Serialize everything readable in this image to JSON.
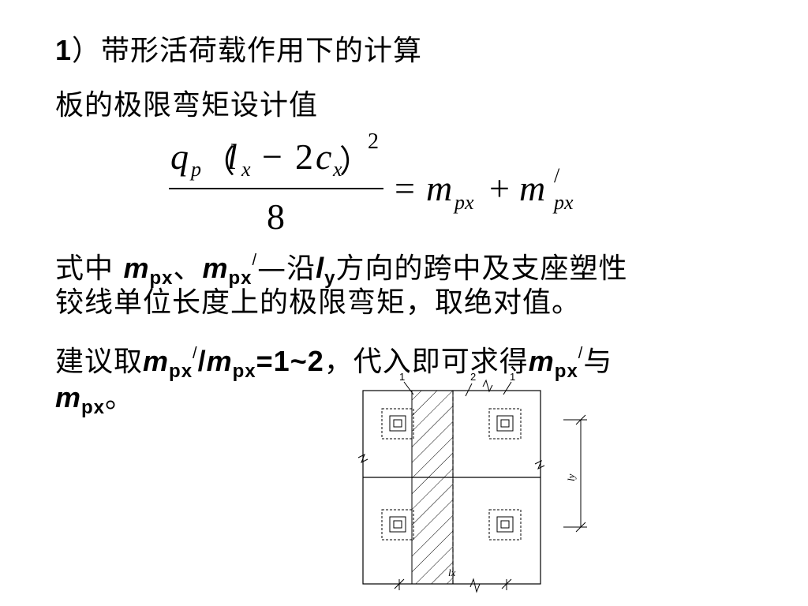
{
  "heading": {
    "num": "1",
    "text": "）带形活荷载作用下的计算"
  },
  "subheading": "板的极限弯矩设计值",
  "formula": {
    "q": "q",
    "p_sub": "p",
    "lparen": "（",
    "l": "l",
    "x_sub1": "x",
    "minus": "−",
    "two": "2",
    "c": "c",
    "x_sub2": "x",
    "rparen": "）",
    "sq": "2",
    "denominator": "8",
    "equals": "=",
    "m1": "m",
    "px1": "px",
    "plus": "+",
    "m2": "m",
    "prime": "/",
    "px2": "px"
  },
  "para1": {
    "prefix": "式中 ",
    "m1": "m",
    "px1": "px",
    "sep": "、",
    "m2": "m",
    "px2": "px",
    "prime": "/",
    "dash": "—沿",
    "l": "l",
    "y": "y",
    "rest": "方向的跨中及支座塑性",
    "line2": "铰线单位长度上的极限弯矩，取绝对值。"
  },
  "para2": {
    "prefix": "建议取",
    "m1": "m",
    "px1": "px",
    "prime1": "/",
    "slash": "/",
    "m2": "m",
    "px2": "px",
    "ratio": "=1~2",
    "mid": "，代入即可求得",
    "m3": "m",
    "px3": "px",
    "prime2": "/",
    "yu": "与",
    "m4": "m",
    "px4": "px",
    "end": "。"
  },
  "figure": {
    "label_1a": "1",
    "label_2": "2",
    "label_1b": "1",
    "label_ly": "ly",
    "label_lx": "lx"
  }
}
